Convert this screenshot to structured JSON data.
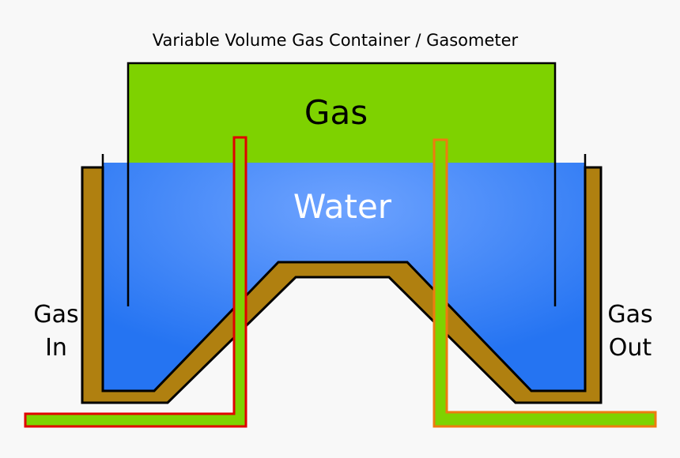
{
  "title": "Variable Volume Gas Container / Gasometer",
  "labels": {
    "gas": "Gas",
    "water": "Water",
    "gas_in_line1": "Gas",
    "gas_in_line2": "In",
    "gas_out_line1": "Gas",
    "gas_out_line2": "Out"
  },
  "colors": {
    "background": "#f8f8f8",
    "gas_green": "#7ed200",
    "water_center": "#6ea3ff",
    "water_edge": "#2574f2",
    "tank_brown": "#b08010",
    "inlet_pipe_stroke": "#e00000",
    "outlet_pipe_stroke": "#ee7b10",
    "outline": "#000000",
    "water_text": "#ffffff"
  }
}
